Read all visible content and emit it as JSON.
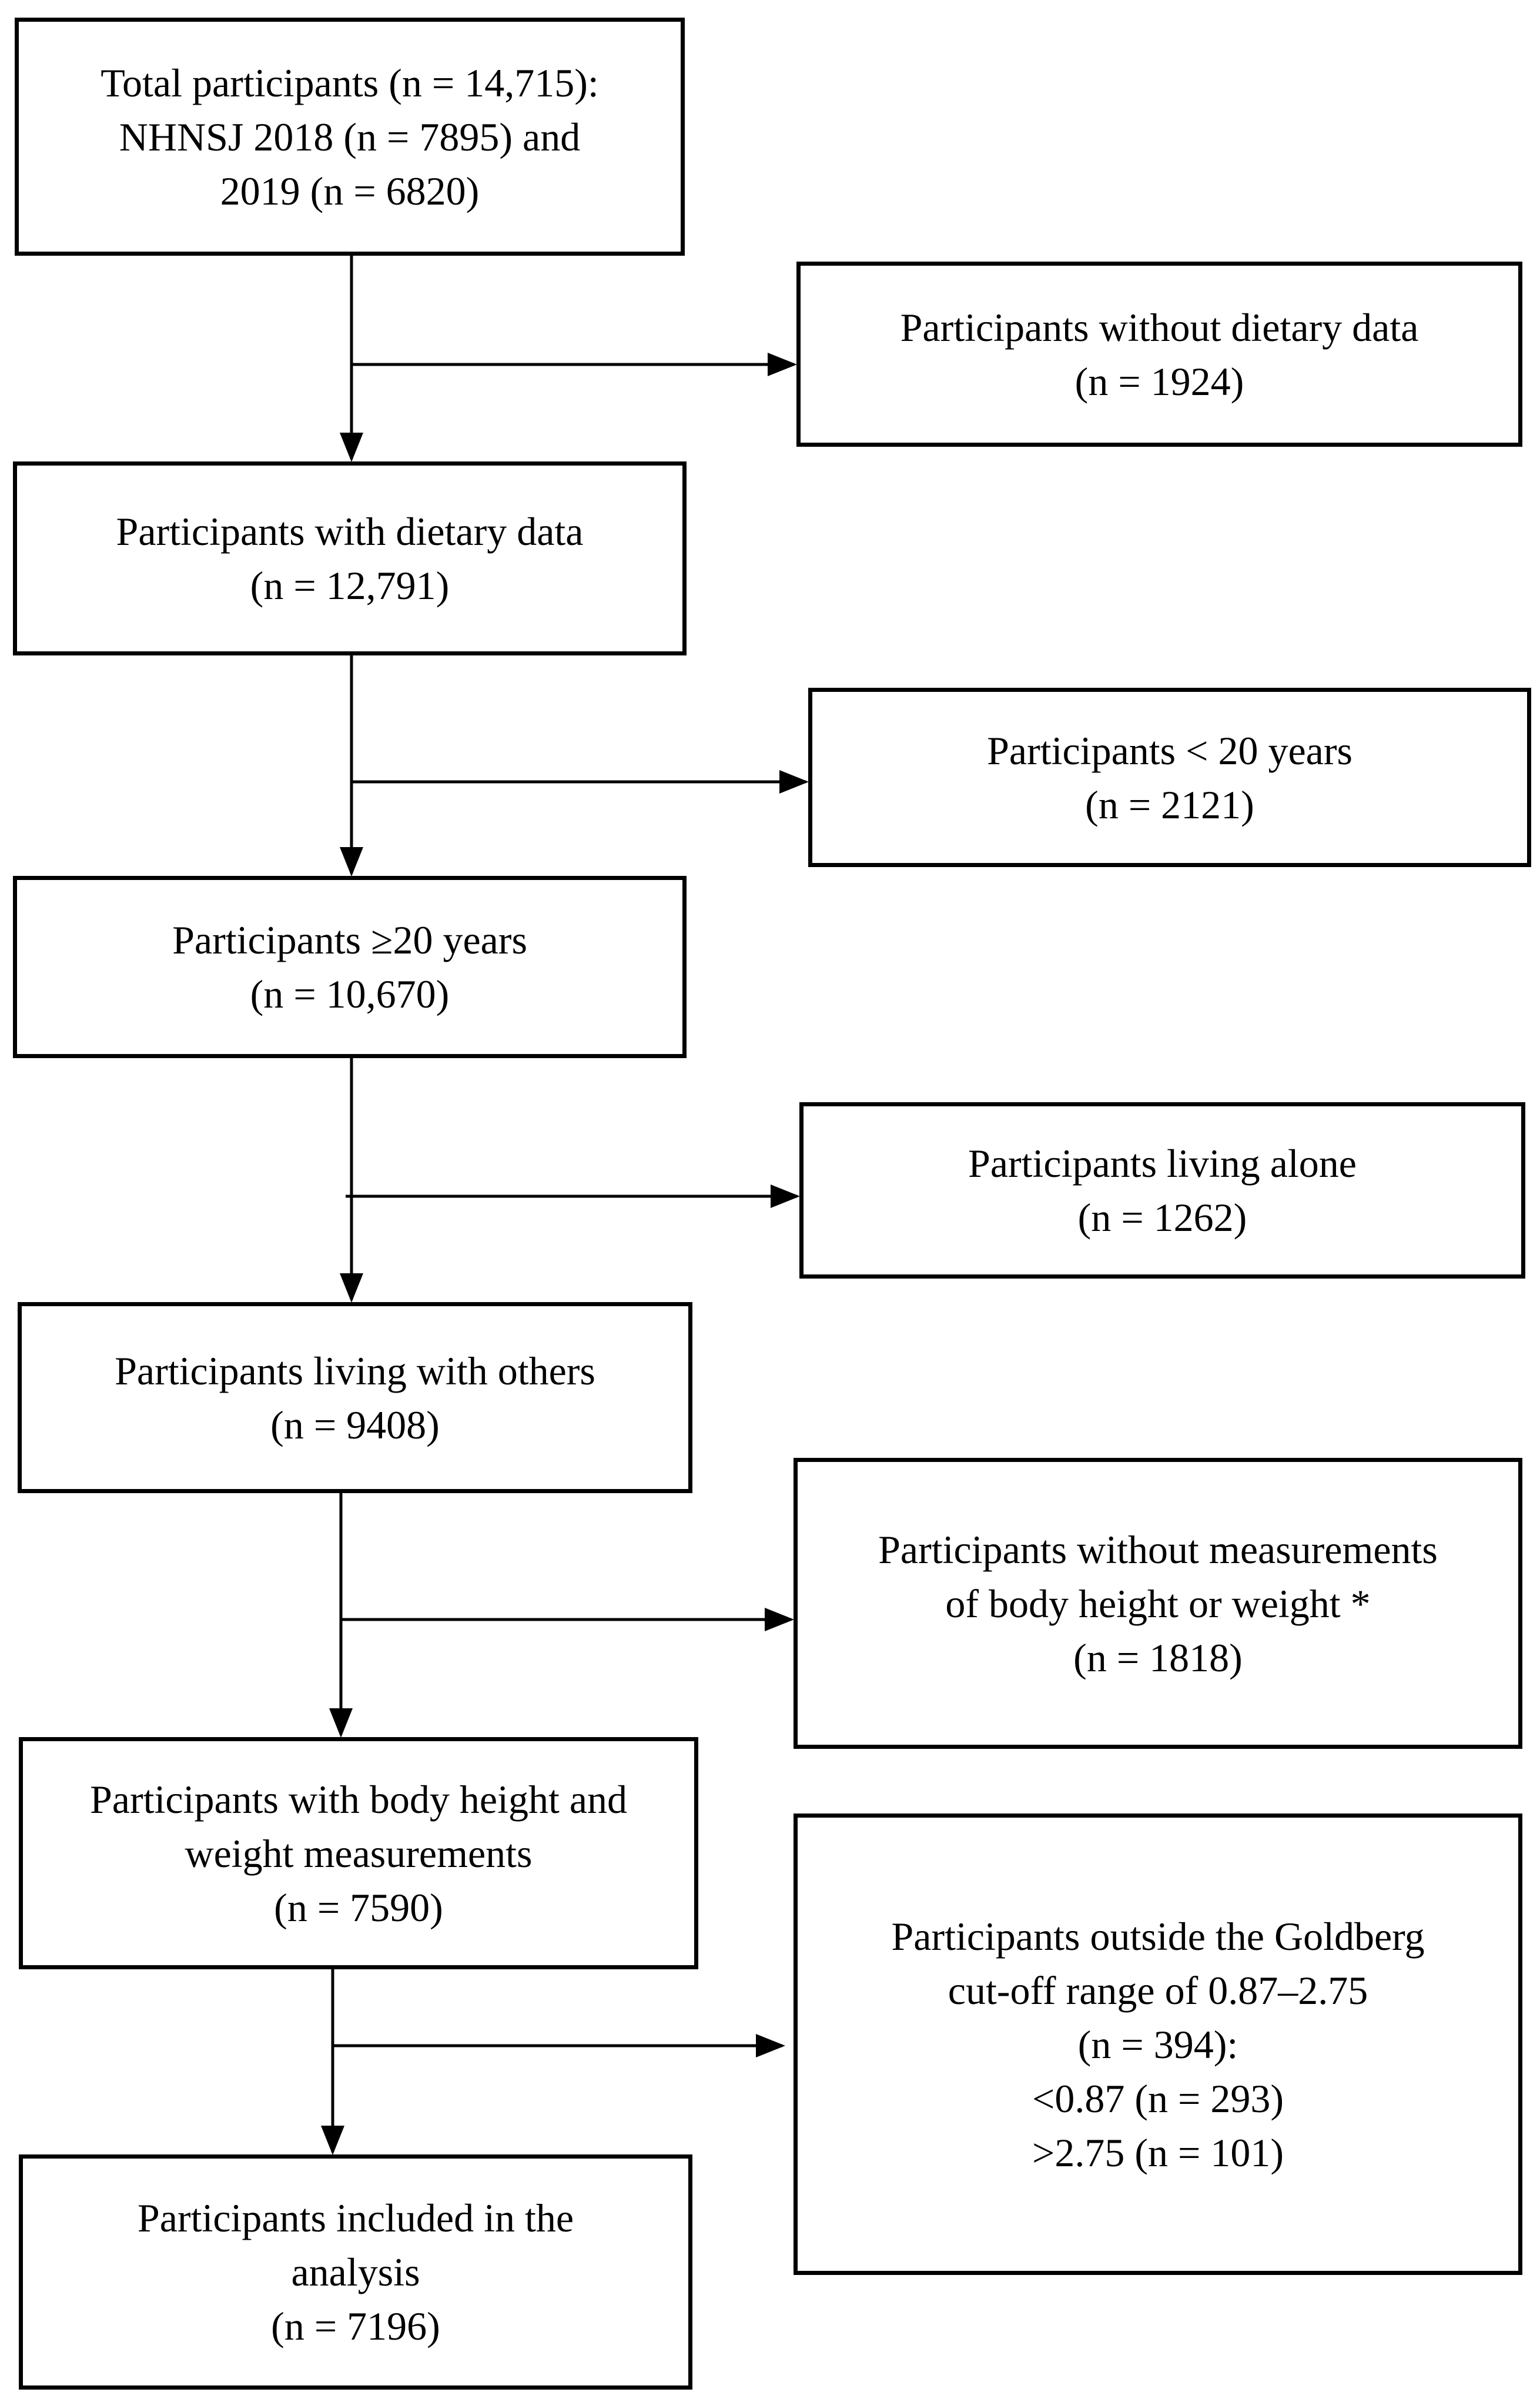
{
  "flowchart": {
    "main_boxes": [
      {
        "lines": [
          "Total participants (n = 14,715):",
          "NHNSJ 2018 (n = 7895) and",
          "2019 (n = 6820)"
        ]
      },
      {
        "lines": [
          "Participants with dietary data",
          "(n = 12,791)"
        ]
      },
      {
        "lines": [
          "Participants ≥20 years",
          "(n = 10,670)"
        ]
      },
      {
        "lines": [
          "Participants living with others",
          "(n = 9408)"
        ]
      },
      {
        "lines": [
          "Participants with body height and",
          "weight measurements",
          "(n = 7590)"
        ]
      },
      {
        "lines": [
          "Participants included in the",
          "analysis",
          "(n = 7196)"
        ]
      }
    ],
    "exclusion_boxes": [
      {
        "lines": [
          "Participants without dietary data",
          "(n = 1924)"
        ]
      },
      {
        "lines": [
          "Participants < 20 years",
          "(n = 2121)"
        ]
      },
      {
        "lines": [
          "Participants living alone",
          "(n = 1262)"
        ]
      },
      {
        "lines": [
          "Participants without measurements",
          "of body height or weight *",
          "(n = 1818)"
        ]
      },
      {
        "lines": [
          "Participants outside the Goldberg",
          "cut-off range of 0.87–2.75",
          "(n = 394):",
          "<0.87 (n = 293)",
          ">2.75 (n = 101)"
        ]
      }
    ]
  },
  "colors": {
    "stroke": "#000000",
    "background": "#ffffff"
  }
}
